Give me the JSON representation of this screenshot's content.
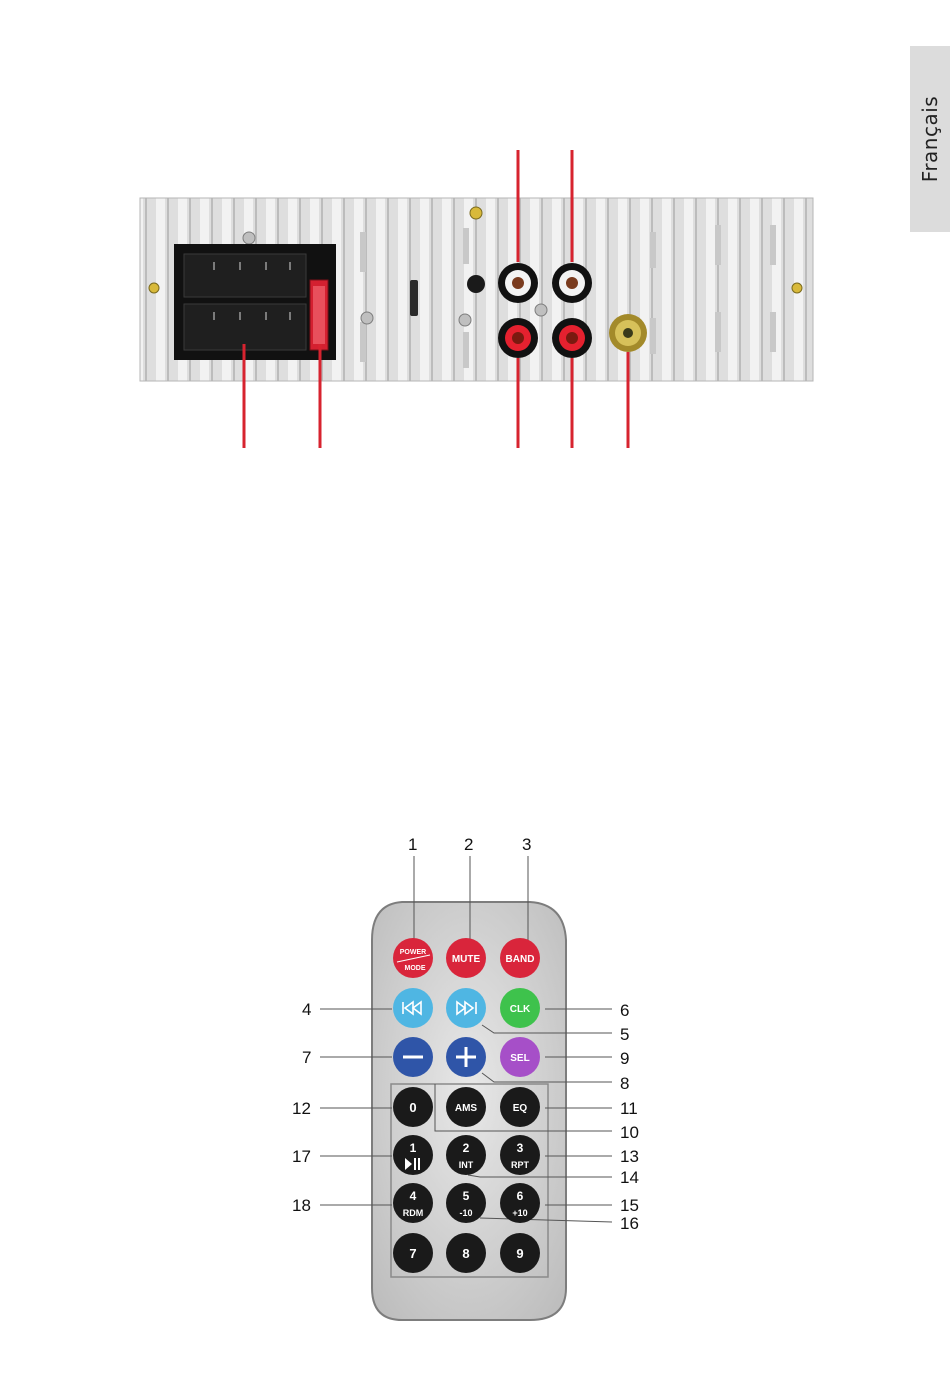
{
  "language_tab": "Français",
  "remote": {
    "callout_numbers": [
      "1",
      "2",
      "3",
      "4",
      "5",
      "6",
      "7",
      "8",
      "9",
      "10",
      "11",
      "12",
      "13",
      "14",
      "15",
      "16",
      "17",
      "18"
    ],
    "buttons": {
      "power_top": "POWER",
      "power_bottom": "MODE",
      "mute": "MUTE",
      "band": "BAND",
      "clk": "CLK",
      "sel": "SEL",
      "ams": "AMS",
      "eq": "EQ",
      "num0": "0",
      "num1": "1",
      "num2": "2",
      "num2_sub": "INT",
      "num3": "3",
      "num3_sub": "RPT",
      "num4": "4",
      "num4_sub": "RDM",
      "num5": "5",
      "num5_sub": "-10",
      "num6": "6",
      "num6_sub": "+10",
      "num7": "7",
      "num8": "8",
      "num9": "9"
    }
  },
  "colors": {
    "callout_line": "#d7232f",
    "power": "#d9253b",
    "mute": "#d9253b",
    "band": "#d9253b",
    "prev": "#4fb6e3",
    "next": "#4fb6e3",
    "clk": "#3ec24c",
    "minus": "#2f55a8",
    "plus": "#2f55a8",
    "sel": "#a64fc8",
    "black_button": "#1a1a1a"
  }
}
